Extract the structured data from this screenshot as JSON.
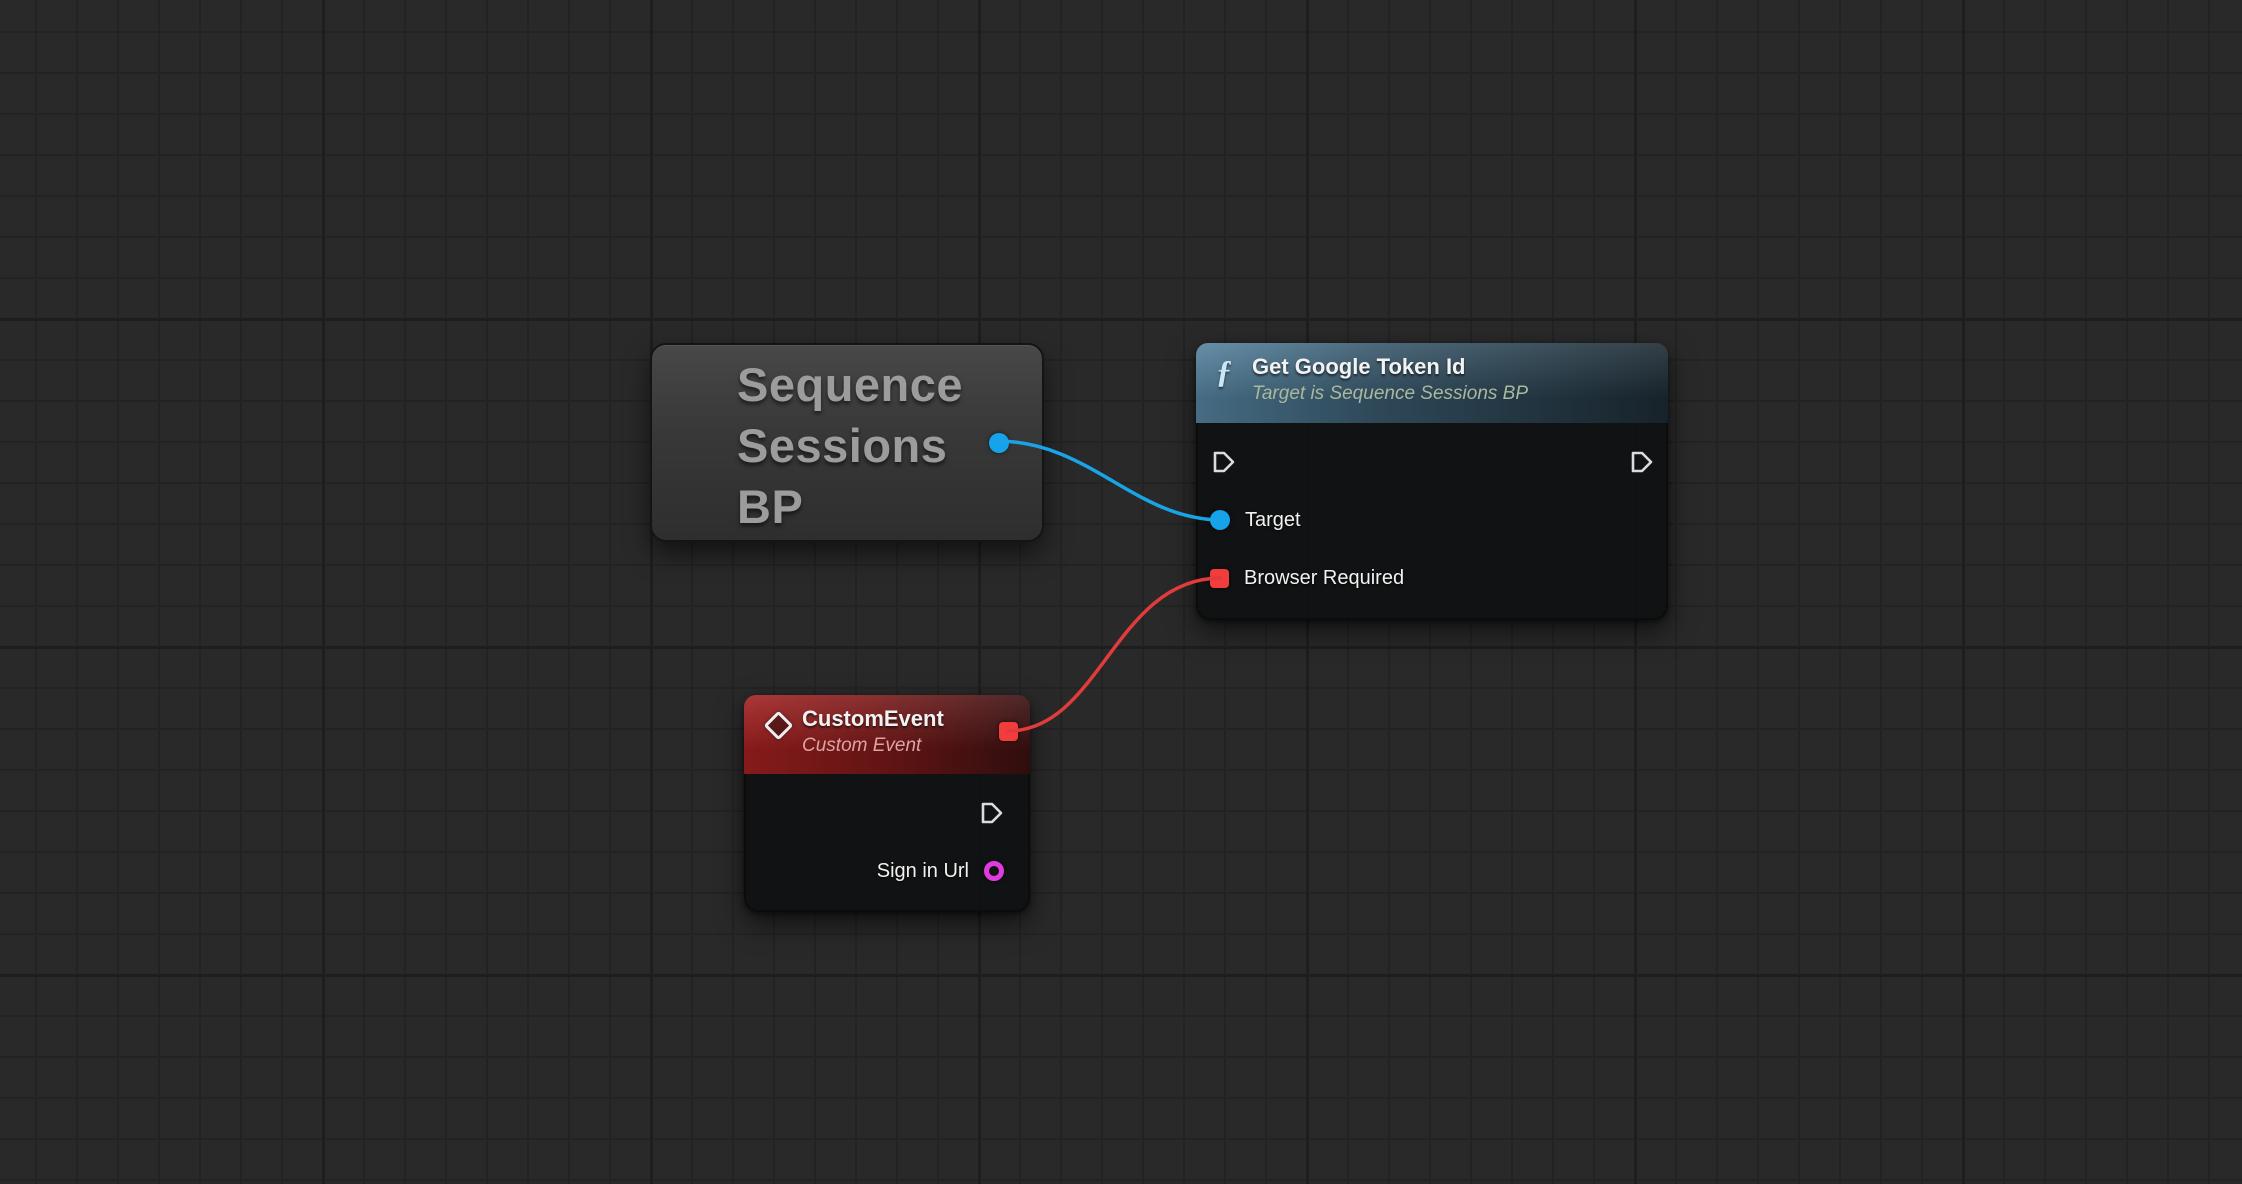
{
  "graph": {
    "background": "#292929",
    "grid_minor_color": "#232323",
    "grid_major_color": "#1e1e1e"
  },
  "nodes": {
    "sequence_sessions_bp": {
      "kind": "object-reference",
      "title_lines": [
        "Sequence",
        "Sessions",
        "BP"
      ],
      "output_pin": {
        "type": "object",
        "color": "#17a3ea",
        "connected": true
      }
    },
    "get_google_token_id": {
      "kind": "function",
      "icon": "ƒ",
      "title": "Get Google Token Id",
      "subtitle": "Target is Sequence Sessions BP",
      "pins": {
        "exec_in": {
          "type": "exec",
          "connected": false
        },
        "exec_out": {
          "type": "exec",
          "connected": false
        },
        "target": {
          "label": "Target",
          "type": "object",
          "color": "#17a3ea",
          "connected": true
        },
        "browser_required": {
          "label": "Browser Required",
          "type": "delegate",
          "color": "#f23d3d",
          "connected": true
        }
      }
    },
    "custom_event": {
      "kind": "event",
      "title": "CustomEvent",
      "subtitle": "Custom Event",
      "pins": {
        "delegate_out": {
          "type": "delegate",
          "color": "#f23d3d",
          "connected": true
        },
        "exec_out": {
          "type": "exec",
          "connected": false
        },
        "sign_in_url": {
          "label": "Sign in Url",
          "type": "string",
          "color": "#e03ae0",
          "connected": false
        }
      }
    }
  },
  "wires": [
    {
      "from": "sequence_sessions_bp.output",
      "to": "get_google_token_id.target",
      "color": "#1aa4e8"
    },
    {
      "from": "custom_event.delegate_out",
      "to": "get_google_token_id.browser_required",
      "color": "#e23b3b"
    }
  ]
}
